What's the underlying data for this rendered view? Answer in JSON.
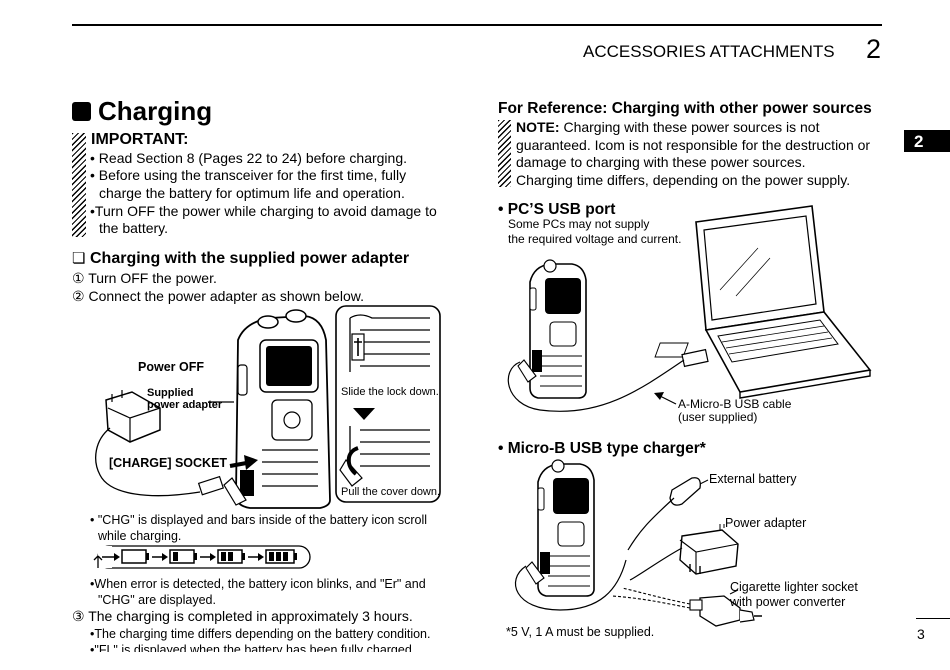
{
  "header": {
    "section_title": "ACCESSORIES ATTACHMENTS",
    "section_number": "2"
  },
  "side_tab": {
    "number": "2"
  },
  "footer": {
    "page_number": "3"
  },
  "left": {
    "heading": "Charging",
    "important_title": "IMPORTANT:",
    "important_items": [
      "Read Section 8 (Pages 22 to 24) before charging.",
      "Before using the transceiver for the first time, fully",
      "charge the battery for optimum life and operation.",
      "Turn OFF the power while charging to avoid damage to",
      "the battery."
    ],
    "sub_heading": "Charging with the supplied power adapter",
    "step1_num": "①",
    "step1": "Turn OFF the power.",
    "step2_num": "②",
    "step2": "Connect the power adapter as shown below.",
    "fig_labels": {
      "power_off": "Power OFF",
      "supplied_1": "Supplied",
      "supplied_2": "power adapter",
      "charge_socket": "[CHARGE] SOCKET",
      "slide_lock": "Slide the lock down.",
      "pull_cover": "Pull the cover down."
    },
    "chg_note_1": "\"CHG\" is displayed and bars inside of the battery icon scroll",
    "chg_note_2": "while charging.",
    "error_note_1": "When error is detected, the battery icon blinks, and \"Er\" and",
    "error_note_2": "\"CHG\" are displayed.",
    "step3_num": "③",
    "step3": "The charging is completed in approximately 3 hours.",
    "step3_bullet_1": "The charging time differs depending on the battery condition.",
    "step3_bullet_2": "\"FL\" is displayed when the battery has been fully charged."
  },
  "right": {
    "heading": "For Reference: Charging with other power sources",
    "note_label": "NOTE:",
    "note_1": " Charging with these power sources is not",
    "note_2": "guaranteed. Icom is not responsible for the destruction or",
    "note_3": "damage to charging with these power sources.",
    "note_4": "Charging time differs, depending on the power supply.",
    "pc_title": "PC’S USB port",
    "pc_desc_1": "Some PCs may not supply",
    "pc_desc_2": "the required voltage and current.",
    "cable_1": "A-Micro-B USB cable",
    "cable_2": "(user supplied)",
    "microb_title": "Micro-B USB type charger*",
    "ext_battery": "External battery",
    "power_adapter": "Power adapter",
    "cig_1": "Cigarette lighter socket",
    "cig_2": "with power converter",
    "footnote": "*5 V, 1 A must be supplied."
  }
}
